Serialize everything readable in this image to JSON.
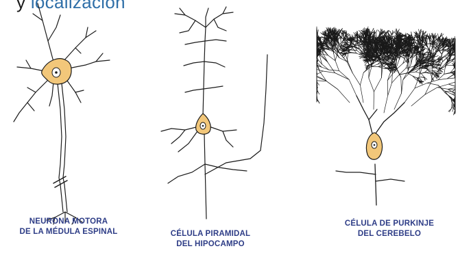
{
  "heading": {
    "prefix": "y",
    "word": "localización"
  },
  "neurons": [
    {
      "line1": "NEURONA MOTORA",
      "line2": "DE LA MÉDULA ESPINAL"
    },
    {
      "line1": "CÉLULA PIRAMIDAL",
      "line2": "DEL HIPOCAMPO"
    },
    {
      "line1": "CÉLULA DE PURKINJE",
      "line2": "DEL CEREBELO"
    }
  ],
  "colors": {
    "soma": "#f2c77a",
    "nucleus": "#ffffff",
    "ink": "#1a1a1a",
    "label": "#2d3c86",
    "heading_accent": "#2f6fa8"
  }
}
